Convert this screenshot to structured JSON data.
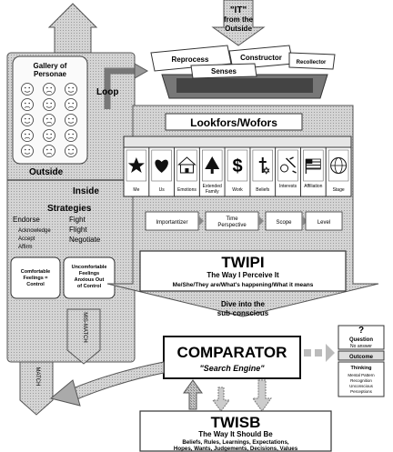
{
  "input": {
    "line1": "\"IT\"",
    "line2": "from the",
    "line3": "Outside"
  },
  "filters": {
    "reprocess": "Reprocess",
    "constructor": "Constructor",
    "recollector": "Recollector",
    "senses": "Senses"
  },
  "loop_label": "Loop",
  "gallery": {
    "title_line1": "Gallery of",
    "title_line2": "Personae"
  },
  "outside_label": "Outside",
  "inside_label": "Inside",
  "strategies": {
    "title": "Strategies",
    "left": [
      "Endorse",
      "Acknowledge",
      "Accept",
      "Affirm"
    ],
    "right": [
      "Fight",
      "Flight",
      "Negotiate"
    ]
  },
  "comfortable": "Comfortable Feelings = Control",
  "uncomfortable": "Uncomfortable Feelings Anxious Out of Control",
  "match_label": "MATCH",
  "mismatch_label": "MIS-MATCH",
  "lookfors": {
    "title": "Lookfors/Wofors",
    "categories": [
      "Me",
      "Us",
      "Emotions",
      "Extended Family",
      "Work",
      "Beliefs",
      "Interests",
      "Affiliation",
      "Stage"
    ],
    "process": [
      "Importantizer",
      "Time Perspective",
      "Scope",
      "Level"
    ]
  },
  "twipi": {
    "title": "TWIPI",
    "subtitle": "The Way I Perceive It",
    "desc": "Me/She/They are/What's happening/What it means"
  },
  "dive": {
    "line1": "Dive into the",
    "line2": "sub-conscious"
  },
  "comparator": {
    "title": "COMPARATOR",
    "subtitle": "\"Search Engine\""
  },
  "question": {
    "mark": "?",
    "title": "Question",
    "text": "No answer"
  },
  "outcome": "Outcome",
  "thinking": {
    "title": "Thinking",
    "text": "Mental Pattern Recognition Unconscious Perceptions"
  },
  "twisb": {
    "title": "TWISB",
    "subtitle": "The Way It Should Be",
    "line1": "Beliefs, Rules, Learnings, Expectations,",
    "line2": "Hopes, Wants, Judgements, Decisions, Values"
  },
  "colors": {
    "arrow_fill": "#c9c9c9",
    "dark_fill": "#bdbdbd",
    "stroke": "#555555",
    "ink": "#111111"
  }
}
